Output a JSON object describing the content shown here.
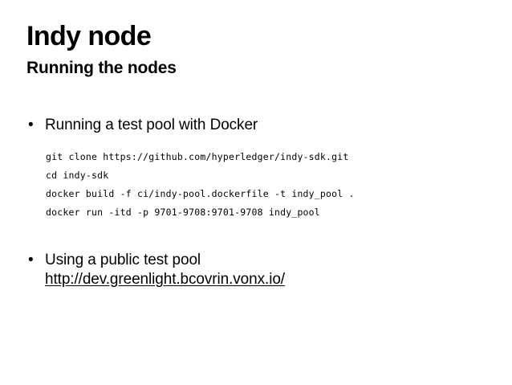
{
  "slide": {
    "title": "Indy node",
    "subtitle": "Running the nodes",
    "background_color": "#ffffff",
    "text_color": "#000000",
    "bullet_glyph": "•",
    "bullets": [
      {
        "text": "Running a test pool with Docker",
        "code": [
          "git clone https://github.com/hyperledger/indy-sdk.git",
          "cd indy-sdk",
          "docker build -f ci/indy-pool.dockerfile -t indy_pool .",
          "docker run -itd -p 9701-9708:9701-9708 indy_pool"
        ]
      },
      {
        "text": "Using a public test pool",
        "link": "http://dev.greenlight.bcovrin.vonx.io/"
      }
    ]
  }
}
